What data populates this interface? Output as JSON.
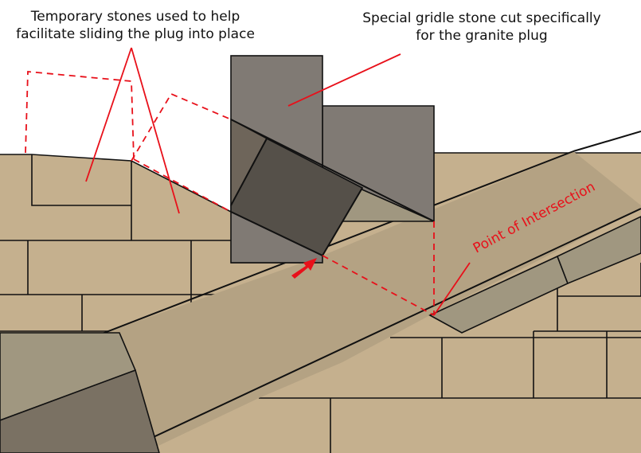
{
  "labels": {
    "temporary_stones": "Temporary stones used to help facilitate sliding the plug into place",
    "temporary_stones_line1": "Temporary stones used to help",
    "temporary_stones_line2": "facilitate sliding the plug into place",
    "girdle_stone_line1": "Special gridle stone cut specifically",
    "girdle_stone_line2": "for the granite plug",
    "point_of_intersection": "Point of Intersection"
  },
  "colors": {
    "masonry": "#c5b08e",
    "passage": "#b4a283",
    "granite_plug": "#555049",
    "girdle_stone": "#807a74",
    "plug_outline_fill": "#8a847e",
    "shadow_block": "#a09780",
    "dark_block": "#7a7163",
    "annotation": "#e8101a",
    "line": "#111111"
  }
}
